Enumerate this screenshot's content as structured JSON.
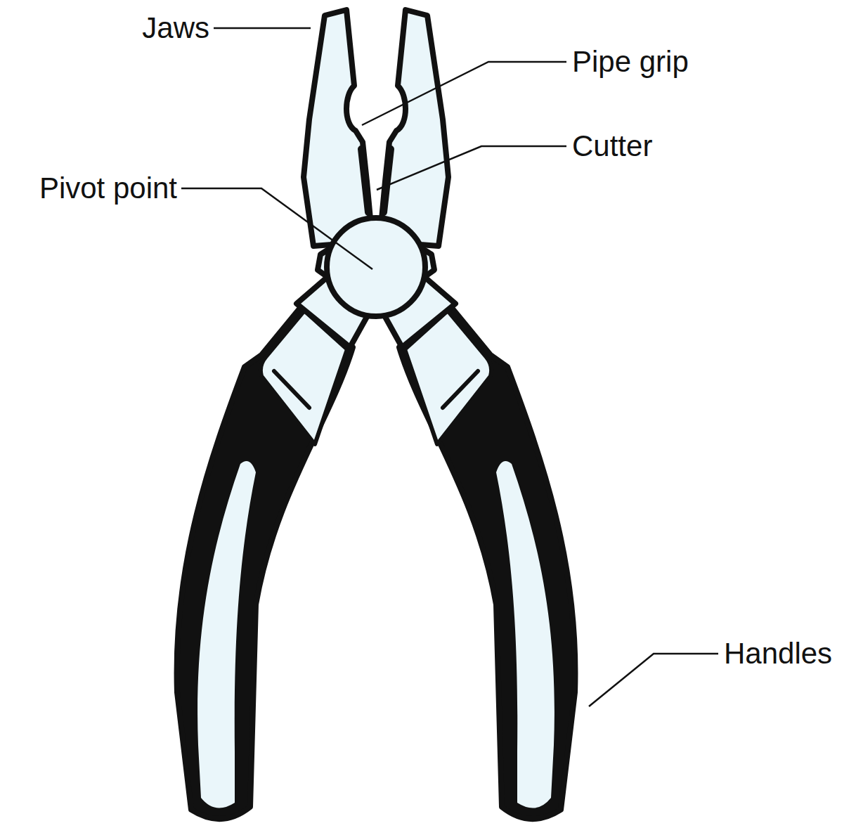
{
  "diagram": {
    "labels": [
      "Jaws",
      "Pipe grip",
      "Cutter",
      "Pivot point",
      "Handles"
    ]
  }
}
